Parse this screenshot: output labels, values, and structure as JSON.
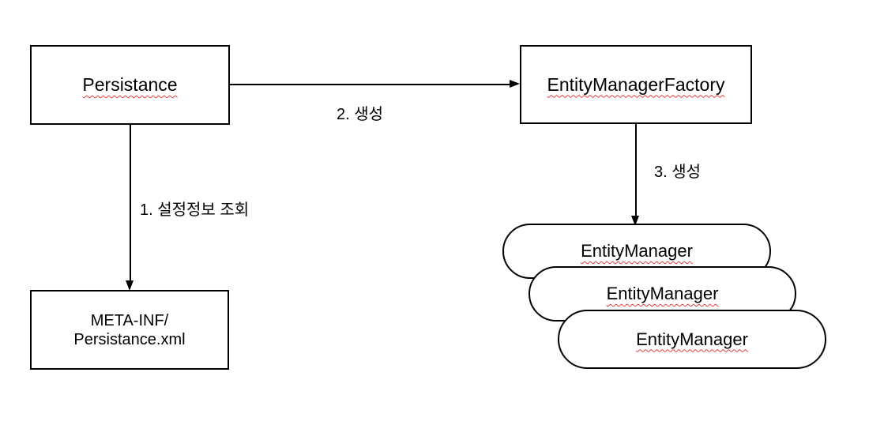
{
  "canvas": {
    "background_color": "#ffffff",
    "stroke_color": "#000000",
    "spellcheck_underline_color": "#e13d3d"
  },
  "nodes": {
    "persistance": {
      "label": "Persistance"
    },
    "entity_manager_factory": {
      "label": "EntityManagerFactory"
    },
    "meta_inf_xml": {
      "line1": "META-INF/",
      "line2": "Persistance.xml"
    },
    "entity_manager_back": {
      "label": "EntityManager"
    },
    "entity_manager_middle": {
      "label": "EntityManager"
    },
    "entity_manager_front": {
      "label": "EntityManager"
    }
  },
  "edges": {
    "load_settings": {
      "label": "1. 설정정보 조회",
      "from": "Persistance",
      "to": "META-INF/Persistance.xml"
    },
    "create_factory": {
      "label": "2. 생성",
      "from": "Persistance",
      "to": "EntityManagerFactory"
    },
    "create_manager": {
      "label": "3. 생성",
      "from": "EntityManagerFactory",
      "to": "EntityManager"
    }
  }
}
